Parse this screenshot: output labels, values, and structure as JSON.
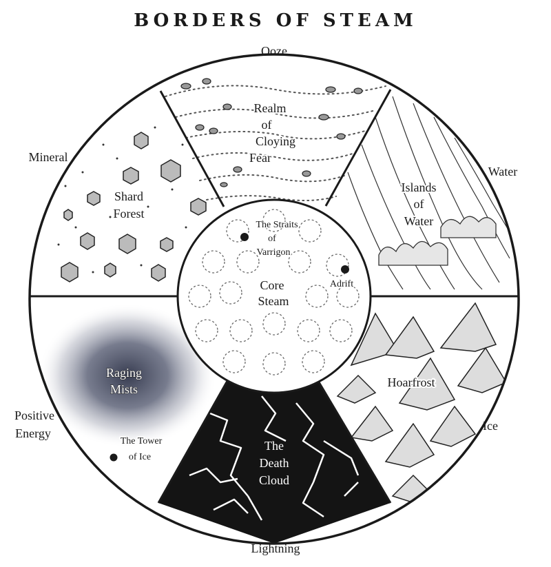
{
  "title": "BORDERS OF STEAM",
  "outer_labels": {
    "ooze": "Ooze",
    "mineral": "Mineral",
    "water": "Water",
    "positive_energy_line1": "Positive",
    "positive_energy_line2": "Energy",
    "ice": "Ice",
    "lightning": "Lightning"
  },
  "regions": {
    "ooze": [
      "Realm",
      "of",
      "Cloying",
      "Fear"
    ],
    "mineral": [
      "Shard",
      "Forest"
    ],
    "water": [
      "Islands",
      "of",
      "Water"
    ],
    "positive": [
      "Raging",
      "Mists"
    ],
    "ice": [
      "Hoarfrost"
    ],
    "lightning": [
      "The",
      "Death",
      "Cloud"
    ],
    "core": [
      "Core",
      "Steam"
    ]
  },
  "locations": {
    "straits": [
      "The Straits",
      "of",
      "Varrigon"
    ],
    "adrift": "Adrift",
    "tower": [
      "The Tower",
      "of Ice"
    ]
  },
  "colors": {
    "ink": "#1a1a1a",
    "paper": "#ffffff",
    "mist": "#3c4258",
    "lightning_bg": "#141414"
  }
}
